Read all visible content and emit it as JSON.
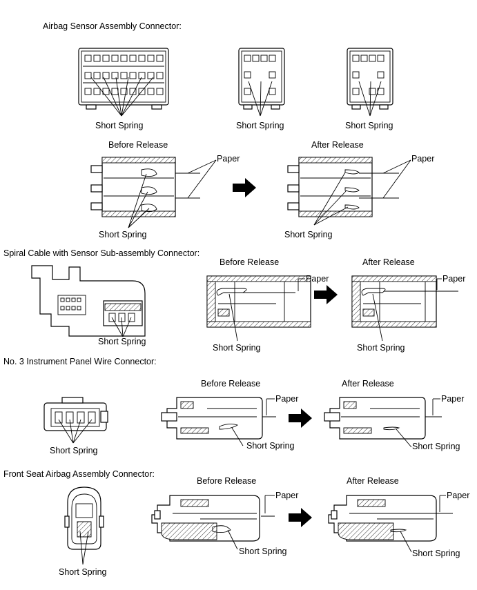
{
  "sections": [
    {
      "title": "Airbag Sensor Assembly Connector:",
      "spring_label": "Short Spring",
      "before_label": "Before Release",
      "after_label": "After Release",
      "paper_label": "Paper"
    },
    {
      "title": "Spiral Cable with Sensor Sub-assembly Connector:",
      "spring_label": "Short Spring",
      "before_label": "Before Release",
      "after_label": "After Release",
      "paper_label": "Paper"
    },
    {
      "title": "No. 3 Instrument Panel Wire Connector:",
      "spring_label": "Short Spring",
      "before_label": "Before Release",
      "after_label": "After Release",
      "paper_label": "Paper"
    },
    {
      "title": "Front Seat Airbag Assembly Connector:",
      "spring_label": "Short Spring",
      "before_label": "Before Release",
      "after_label": "After Release",
      "paper_label": "Paper"
    }
  ],
  "colors": {
    "ink": "#000000",
    "background": "#ffffff"
  }
}
